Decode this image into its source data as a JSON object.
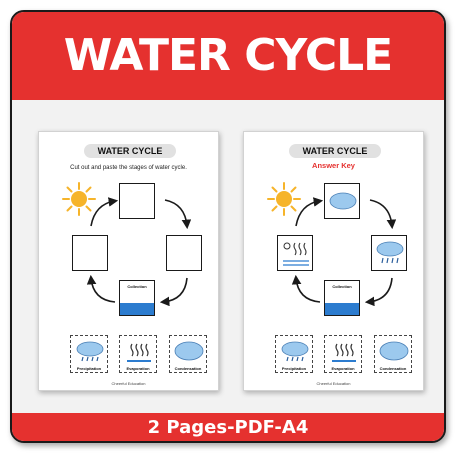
{
  "banner": {
    "title": "WATER CYCLE"
  },
  "footer": {
    "text": "2 Pages-PDF-A4"
  },
  "colors": {
    "accent_red": "#e5312f",
    "water_blue": "#2c7ccf",
    "sun_yellow": "#f6b42a"
  },
  "worksheet": {
    "title": "WATER CYCLE",
    "instruction": "Cut out and paste the stages of water cycle.",
    "collection_label": "Collection",
    "cutouts": [
      {
        "label": "Precipitation",
        "icon": "rain-cloud-icon"
      },
      {
        "label": "Evaporation",
        "icon": "evaporation-icon"
      },
      {
        "label": "Condensation",
        "icon": "cloud-icon"
      }
    ],
    "brand": "Cheerful Education"
  },
  "answer_key": {
    "title": "WATER CYCLE",
    "subtitle": "Answer Key",
    "collection_label": "Collection",
    "cutouts": [
      {
        "label": "Precipitation",
        "icon": "rain-cloud-icon"
      },
      {
        "label": "Evaporation",
        "icon": "evaporation-icon"
      },
      {
        "label": "Condensation",
        "icon": "cloud-icon"
      }
    ],
    "brand": "Cheerful Education"
  }
}
